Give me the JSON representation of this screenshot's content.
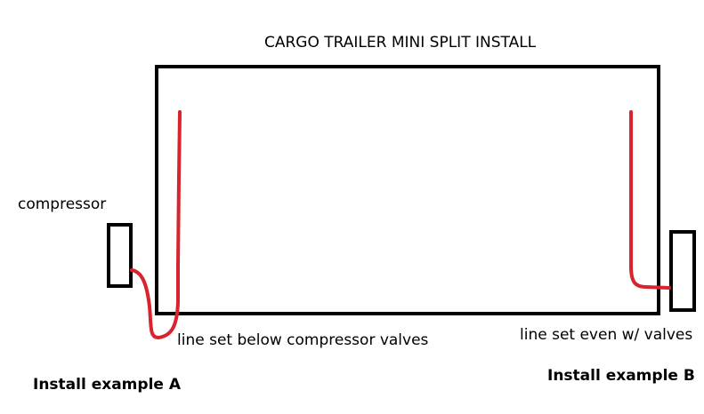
{
  "title": "CARGO TRAILER MINI SPLIT INSTALL",
  "labels": {
    "compressor": "compressor",
    "line_set_a": "line set below compressor valves",
    "line_set_b": "line set even w/ valves",
    "example_a": "Install example A",
    "example_b": "Install example B"
  },
  "colors": {
    "outline": "#000000",
    "line_set": "#d9232e",
    "background": "#ffffff"
  }
}
